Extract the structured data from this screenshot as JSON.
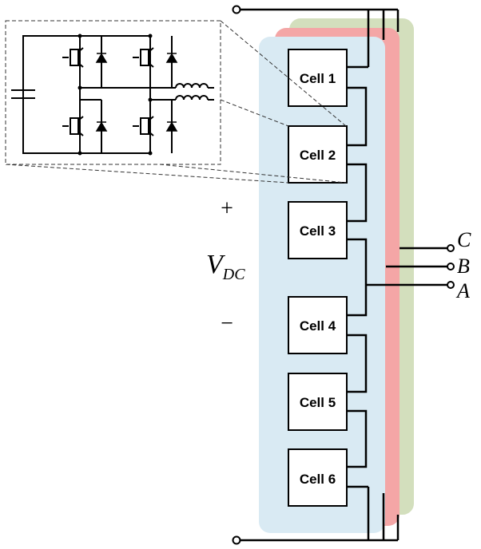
{
  "colors": {
    "phase_a_panel": "#d9eaf3",
    "phase_b_panel": "#f4a6a6",
    "phase_c_panel": "#d3dfbd",
    "cell_fill": "#ffffff",
    "wire": "#000000"
  },
  "cells": [
    {
      "label": "Cell 1"
    },
    {
      "label": "Cell 2"
    },
    {
      "label": "Cell 3"
    },
    {
      "label": "Cell 4"
    },
    {
      "label": "Cell 5"
    },
    {
      "label": "Cell 6"
    }
  ],
  "dc_link": {
    "plus": "+",
    "minus": "−",
    "v_main": "V",
    "v_sub": "DC"
  },
  "phases": {
    "c": "C",
    "b": "B",
    "a": "A"
  }
}
